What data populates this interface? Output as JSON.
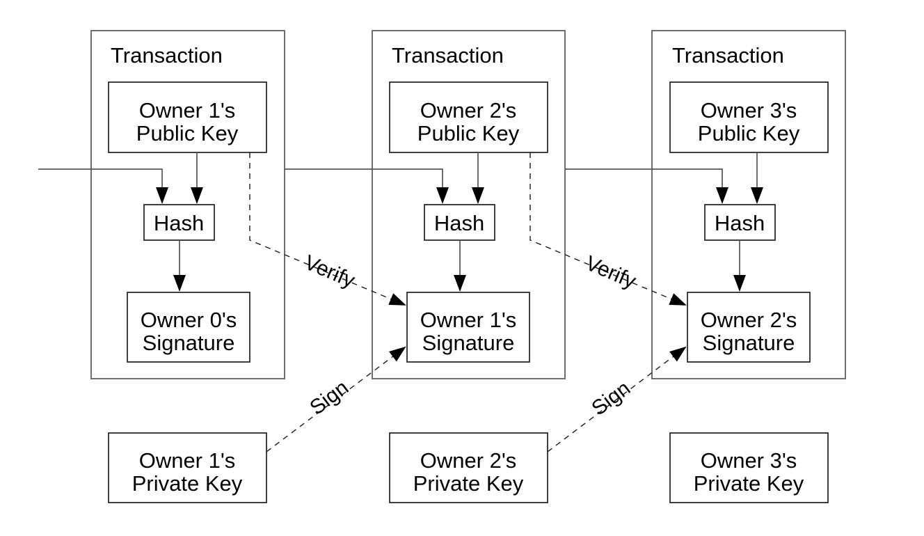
{
  "diagram": {
    "background_color": "#ffffff",
    "solid_line_color": "#555555",
    "dashed_line_color": "#1a1a1a",
    "inner_box_border_color": "#1f1f1f",
    "outer_box_border_color": "#6e6e6e",
    "arrowhead_color": "#000000",
    "text_color": "#000000",
    "transactions": [
      {
        "title": "Transaction",
        "public_key": {
          "line1": "Owner 1's",
          "line2": "Public Key"
        },
        "hash_label": "Hash",
        "signature": {
          "line1": "Owner 0's",
          "line2": "Signature"
        }
      },
      {
        "title": "Transaction",
        "public_key": {
          "line1": "Owner 2's",
          "line2": "Public Key"
        },
        "hash_label": "Hash",
        "signature": {
          "line1": "Owner 1's",
          "line2": "Signature"
        }
      },
      {
        "title": "Transaction",
        "public_key": {
          "line1": "Owner 3's",
          "line2": "Public Key"
        },
        "hash_label": "Hash",
        "signature": {
          "line1": "Owner 2's",
          "line2": "Signature"
        }
      }
    ],
    "private_keys": [
      {
        "line1": "Owner 1's",
        "line2": "Private Key"
      },
      {
        "line1": "Owner 2's",
        "line2": "Private Key"
      },
      {
        "line1": "Owner 3's",
        "line2": "Private Key"
      }
    ],
    "arrows": {
      "verify_labels": [
        "Verify",
        "Verify"
      ],
      "sign_labels": [
        "Sign",
        "Sign"
      ]
    }
  }
}
